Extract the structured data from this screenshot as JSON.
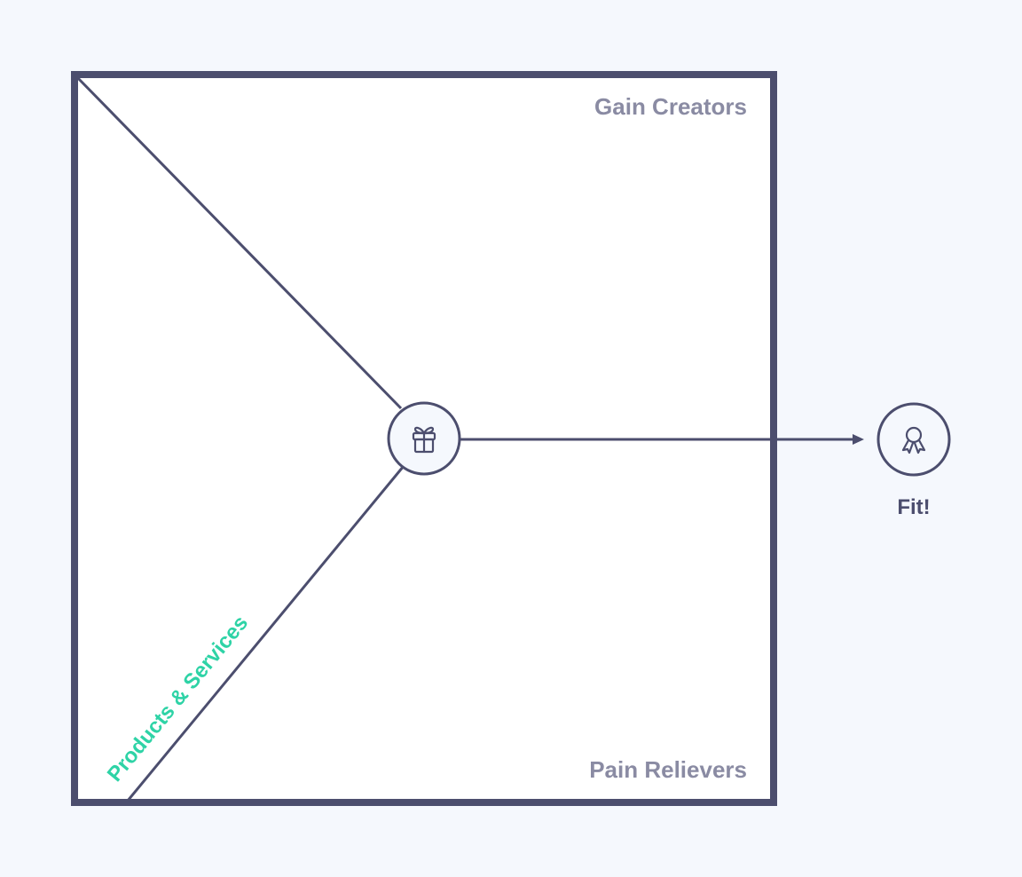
{
  "colors": {
    "background": "#f5f8fd",
    "canvas_fill": "#ffffff",
    "stroke": "#4c4e6e",
    "section_label": "#8a8ba3",
    "accent": "#2ed3a6",
    "node_fill": "#f5f8fd"
  },
  "canvas": {
    "gain_label": "Gain Creators",
    "pain_label": "Pain Relievers",
    "products_label": "Products & Services"
  },
  "nodes": {
    "center_icon": "gift-icon",
    "fit_icon": "award-ribbon-icon",
    "fit_label": "Fit!"
  }
}
